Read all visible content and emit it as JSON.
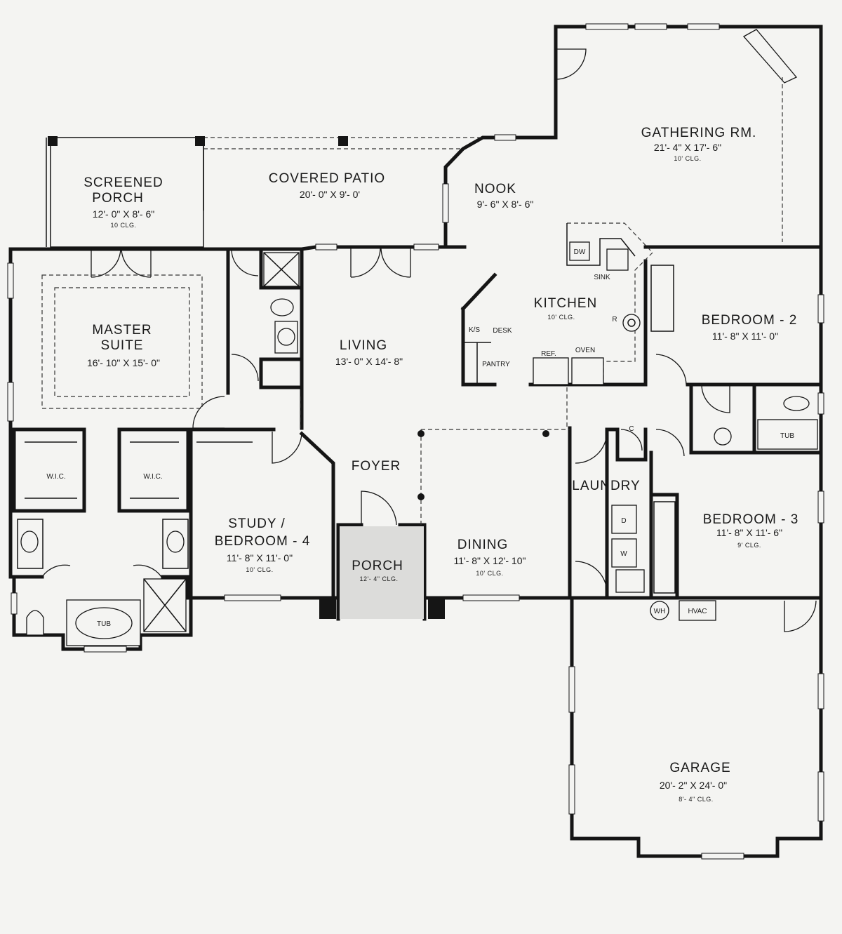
{
  "rooms": {
    "screened_porch": {
      "name1": "SCREENED",
      "name2": "PORCH",
      "dim": "12'- 0\" X 8'- 6\"",
      "clg": "10 CLG."
    },
    "covered_patio": {
      "name": "COVERED PATIO",
      "dim": "20'- 0\" X 9'- 0'"
    },
    "nook": {
      "name": "NOOK",
      "dim": "9'- 6\" X 8'- 6\""
    },
    "gathering": {
      "name": "GATHERING RM.",
      "dim": "21'- 4\" X 17'- 6\"",
      "clg": "10' CLG."
    },
    "master": {
      "name1": "MASTER",
      "name2": "SUITE",
      "dim": "16'- 10\" X 15'- 0\""
    },
    "living": {
      "name": "LIVING",
      "dim": "13'- 0\" X 14'- 8\""
    },
    "kitchen": {
      "name": "KITCHEN",
      "clg": "10' CLG."
    },
    "bedroom2": {
      "name": "BEDROOM - 2",
      "dim": "11'- 8\" X 11'- 0\""
    },
    "foyer": {
      "name": "FOYER"
    },
    "study": {
      "name1": "STUDY /",
      "name2": "BEDROOM - 4",
      "dim": "11'- 8\" X 11'- 0\"",
      "clg": "10' CLG."
    },
    "porch": {
      "name": "PORCH",
      "clg": "12'- 4\" CLG."
    },
    "dining": {
      "name": "DINING",
      "dim": "11'- 8\" X 12'- 10\"",
      "clg": "10' CLG."
    },
    "laundry": {
      "name": "LAUNDRY"
    },
    "bedroom3": {
      "name": "BEDROOM - 3",
      "dim": "11'- 8\" X 11'- 6\"",
      "clg": "9' CLG."
    },
    "garage": {
      "name": "GARAGE",
      "dim": "20'- 2\" X 24'- 0\"",
      "clg": "8'- 4\" CLG."
    }
  },
  "labels": {
    "wic": "W.I.C.",
    "tub": "TUB",
    "dw": "DW",
    "sink": "SINK",
    "range": "R",
    "ref": "REF.",
    "oven": "OVEN",
    "ks": "K/S",
    "desk": "DESK",
    "pantry": "PANTRY",
    "closet": "C",
    "dryer": "D",
    "washer": "W",
    "wh": "WH",
    "hvac": "HVAC"
  }
}
